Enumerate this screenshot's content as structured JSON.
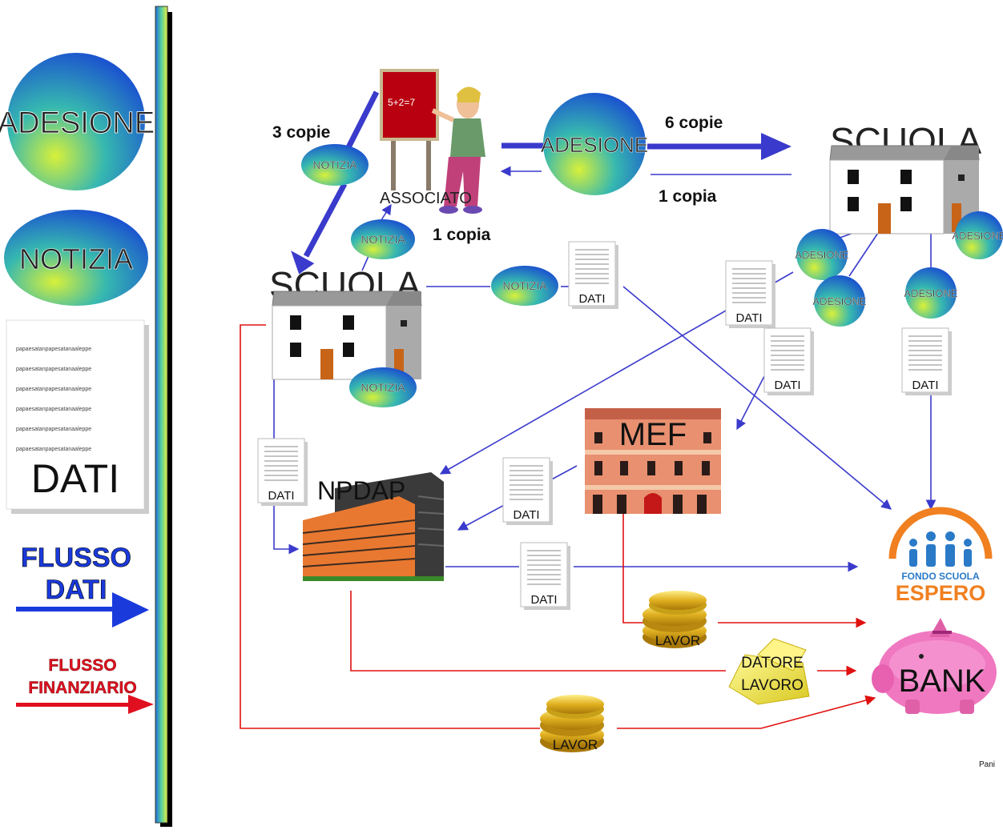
{
  "legend": {
    "adesione_label": "ADESIONE",
    "notizia_label": "NOTIZIA",
    "document_filler": "papaesatanpapesatanaaleppe",
    "dati_label": "DATI",
    "flusso_dati": [
      "FLUSSO",
      "DATI"
    ],
    "flusso_finanziario": [
      "FLUSSO",
      "FINANZIARIO"
    ]
  },
  "nodes": {
    "associato_label": "ASSOCIATO",
    "chalkboard_text": "5+2=7",
    "scuola_label": "SCUOLA",
    "mef_label": "MEF",
    "inpdap_label": "NPDAP",
    "espero_top": "FONDO SCUOLA",
    "espero_bottom": "ESPERO",
    "bank_label": "BANK",
    "adesione_label": "ADESIONE",
    "notizia_label": "NOTIZIA",
    "dati_label": "DATI"
  },
  "flows": {
    "copie_3": "3 copie",
    "copie_6": "6 copie",
    "copia_1_right": "1 copia",
    "copia_1_left": "1 copia",
    "lavor_1": "LAVOR",
    "lavor_2": "LAVOR",
    "datore_lavoro": [
      "DATORE",
      "LAVORO"
    ]
  },
  "footer": {
    "corner_text": "Pani"
  },
  "colors": {
    "data_flow": "#3a3acc",
    "money_flow": "#e01010",
    "legend_blue": "#1a3adc",
    "legend_red": "#e01020"
  }
}
